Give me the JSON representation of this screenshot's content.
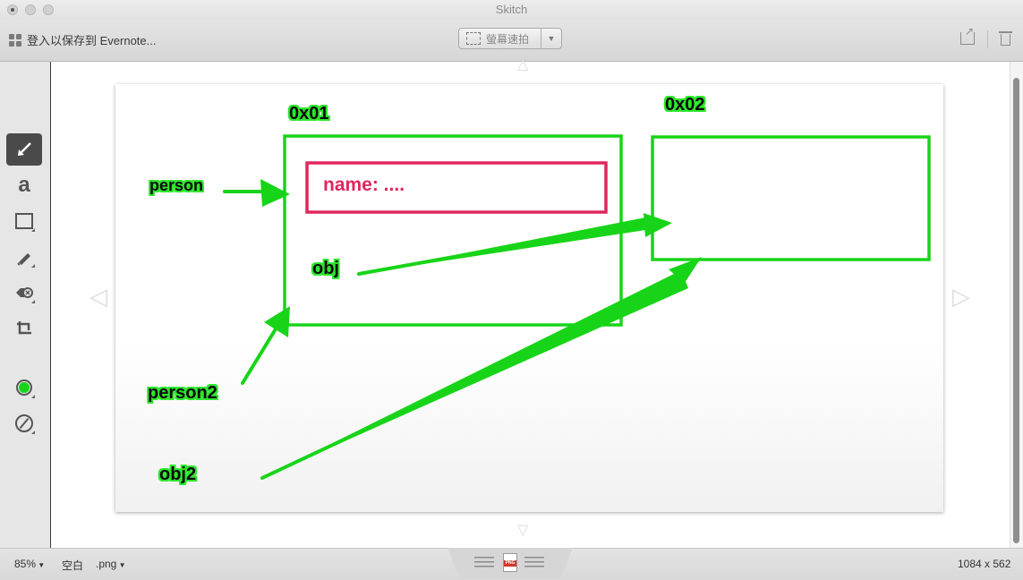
{
  "window": {
    "title": "Skitch"
  },
  "toolbar": {
    "signin_label": "登入以保存到 Evernote...",
    "capture_label": "螢幕速拍"
  },
  "tools": [
    {
      "name": "arrow-tool",
      "active": true
    },
    {
      "name": "text-tool",
      "glyph": "a"
    },
    {
      "name": "shape-tool"
    },
    {
      "name": "marker-tool"
    },
    {
      "name": "pixelate-tool"
    },
    {
      "name": "crop-tool"
    }
  ],
  "colors": {
    "annotation": "#18d418",
    "highlight": "#e0265e",
    "palette_active_color": "#18d418"
  },
  "canvas": {
    "labels": {
      "addr1": "0x01",
      "addr2": "0x02",
      "person": "person",
      "person2": "person2",
      "obj": "obj",
      "obj2": "obj2",
      "name_field": "name: ...."
    }
  },
  "status": {
    "zoom": "85%",
    "background": "空白",
    "format": ".png",
    "dimensions": "1084 x 562",
    "format_badge": "PNG"
  }
}
